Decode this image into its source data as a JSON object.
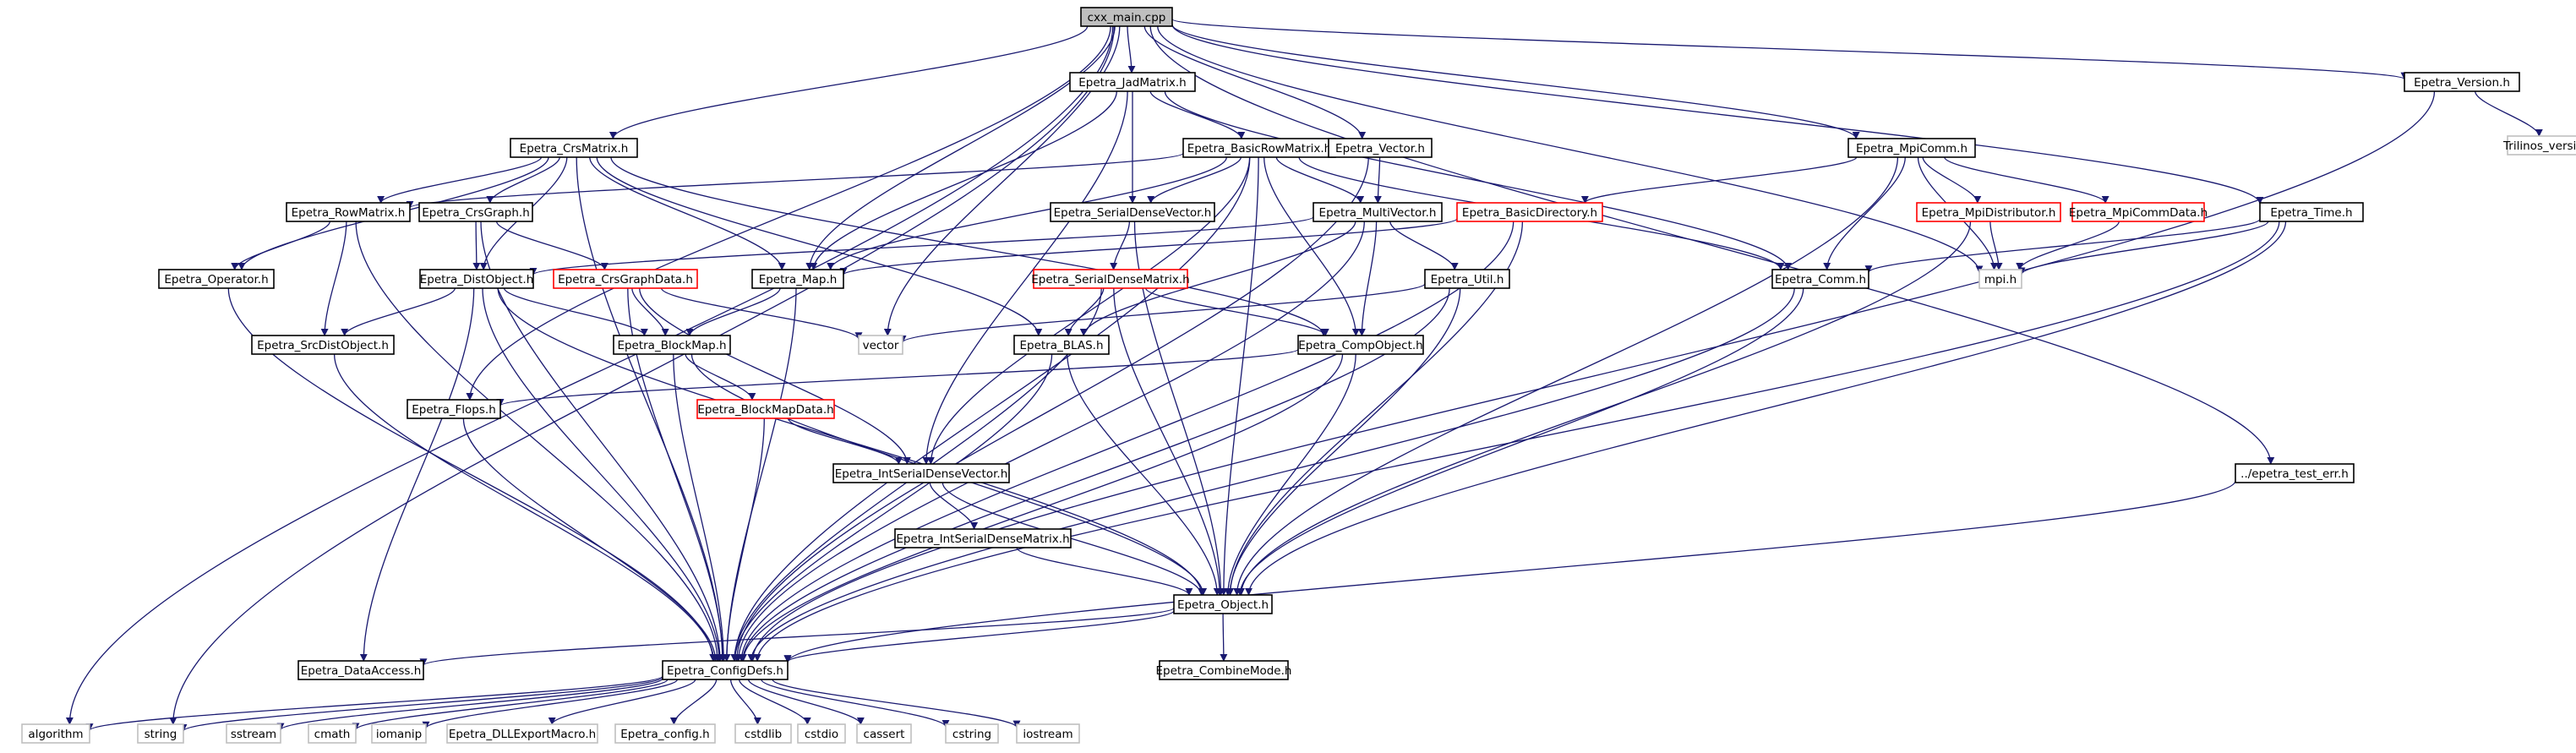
{
  "graph": {
    "edge_color": "#191970",
    "colors": {
      "root_fill": "#bfbfbf",
      "normal_border": "#000000",
      "incomplete_border": "#ff0000",
      "external_border": "#bfbfbf"
    },
    "nodes": [
      {
        "id": "root",
        "label": "cxx_main.cpp",
        "kind": "root"
      },
      {
        "id": "version",
        "label": "Epetra_Version.h",
        "kind": "normal"
      },
      {
        "id": "trilinos",
        "label": "Trilinos_version.h",
        "kind": "external"
      },
      {
        "id": "jad",
        "label": "Epetra_JadMatrix.h",
        "kind": "normal"
      },
      {
        "id": "crs",
        "label": "Epetra_CrsMatrix.h",
        "kind": "normal"
      },
      {
        "id": "basicrow",
        "label": "Epetra_BasicRowMatrix.h",
        "kind": "normal"
      },
      {
        "id": "vector_h",
        "label": "Epetra_Vector.h",
        "kind": "normal"
      },
      {
        "id": "mpicomm",
        "label": "Epetra_MpiComm.h",
        "kind": "normal"
      },
      {
        "id": "rowmatrix",
        "label": "Epetra_RowMatrix.h",
        "kind": "normal"
      },
      {
        "id": "crsgraph",
        "label": "Epetra_CrsGraph.h",
        "kind": "normal"
      },
      {
        "id": "sdv",
        "label": "Epetra_SerialDenseVector.h",
        "kind": "normal"
      },
      {
        "id": "multivec",
        "label": "Epetra_MultiVector.h",
        "kind": "normal"
      },
      {
        "id": "basicdir",
        "label": "Epetra_BasicDirectory.h",
        "kind": "incomplete"
      },
      {
        "id": "mpidist",
        "label": "Epetra_MpiDistributor.h",
        "kind": "incomplete"
      },
      {
        "id": "mpicommdata",
        "label": "Epetra_MpiCommData.h",
        "kind": "incomplete"
      },
      {
        "id": "time",
        "label": "Epetra_Time.h",
        "kind": "normal"
      },
      {
        "id": "operator",
        "label": "Epetra_Operator.h",
        "kind": "normal"
      },
      {
        "id": "distobj",
        "label": "Epetra_DistObject.h",
        "kind": "normal"
      },
      {
        "id": "crsgraphdata",
        "label": "Epetra_CrsGraphData.h",
        "kind": "incomplete"
      },
      {
        "id": "map",
        "label": "Epetra_Map.h",
        "kind": "normal"
      },
      {
        "id": "sdm",
        "label": "Epetra_SerialDenseMatrix.h",
        "kind": "incomplete"
      },
      {
        "id": "util",
        "label": "Epetra_Util.h",
        "kind": "normal"
      },
      {
        "id": "comm",
        "label": "Epetra_Comm.h",
        "kind": "normal"
      },
      {
        "id": "mpi",
        "label": "mpi.h",
        "kind": "external"
      },
      {
        "id": "srcdist",
        "label": "Epetra_SrcDistObject.h",
        "kind": "normal"
      },
      {
        "id": "blockmap",
        "label": "Epetra_BlockMap.h",
        "kind": "normal"
      },
      {
        "id": "vector_std",
        "label": "vector",
        "kind": "external"
      },
      {
        "id": "blas",
        "label": "Epetra_BLAS.h",
        "kind": "normal"
      },
      {
        "id": "compobj",
        "label": "Epetra_CompObject.h",
        "kind": "normal"
      },
      {
        "id": "flops",
        "label": "Epetra_Flops.h",
        "kind": "normal"
      },
      {
        "id": "blockmapdata",
        "label": "Epetra_BlockMapData.h",
        "kind": "incomplete"
      },
      {
        "id": "isdv",
        "label": "Epetra_IntSerialDenseVector.h",
        "kind": "normal"
      },
      {
        "id": "testerr",
        "label": "../epetra_test_err.h",
        "kind": "normal"
      },
      {
        "id": "isdm",
        "label": "Epetra_IntSerialDenseMatrix.h",
        "kind": "normal"
      },
      {
        "id": "object",
        "label": "Epetra_Object.h",
        "kind": "normal"
      },
      {
        "id": "dataaccess",
        "label": "Epetra_DataAccess.h",
        "kind": "normal"
      },
      {
        "id": "configdefs",
        "label": "Epetra_ConfigDefs.h",
        "kind": "normal"
      },
      {
        "id": "combinemode",
        "label": "Epetra_CombineMode.h",
        "kind": "normal"
      },
      {
        "id": "algorithm",
        "label": "algorithm",
        "kind": "external"
      },
      {
        "id": "string",
        "label": "string",
        "kind": "external"
      },
      {
        "id": "sstream",
        "label": "sstream",
        "kind": "external"
      },
      {
        "id": "cmath",
        "label": "cmath",
        "kind": "external"
      },
      {
        "id": "iomanip",
        "label": "iomanip",
        "kind": "external"
      },
      {
        "id": "dllexport",
        "label": "Epetra_DLLExportMacro.h",
        "kind": "external"
      },
      {
        "id": "config",
        "label": "Epetra_config.h",
        "kind": "external"
      },
      {
        "id": "cstdlib",
        "label": "cstdlib",
        "kind": "external"
      },
      {
        "id": "cstdio",
        "label": "cstdio",
        "kind": "external"
      },
      {
        "id": "cassert",
        "label": "cassert",
        "kind": "external"
      },
      {
        "id": "cstring",
        "label": "cstring",
        "kind": "external"
      },
      {
        "id": "iostream",
        "label": "iostream",
        "kind": "external"
      }
    ],
    "edges": [
      [
        "root",
        "version"
      ],
      [
        "root",
        "jad"
      ],
      [
        "root",
        "crs"
      ],
      [
        "root",
        "vector_h"
      ],
      [
        "root",
        "mpicomm"
      ],
      [
        "root",
        "time"
      ],
      [
        "root",
        "testerr"
      ],
      [
        "root",
        "map"
      ],
      [
        "root",
        "vector_std"
      ],
      [
        "root",
        "flops"
      ],
      [
        "root",
        "algorithm"
      ],
      [
        "root",
        "string"
      ],
      [
        "root",
        "mpi"
      ],
      [
        "version",
        "trilinos"
      ],
      [
        "version",
        "configdefs"
      ],
      [
        "jad",
        "basicrow"
      ],
      [
        "jad",
        "map"
      ],
      [
        "jad",
        "sdv"
      ],
      [
        "jad",
        "isdv"
      ],
      [
        "jad",
        "comm"
      ],
      [
        "crs",
        "rowmatrix"
      ],
      [
        "crs",
        "crsgraph"
      ],
      [
        "crs",
        "distobj"
      ],
      [
        "crs",
        "operator"
      ],
      [
        "crs",
        "map"
      ],
      [
        "crs",
        "blas"
      ],
      [
        "crs",
        "compobj"
      ],
      [
        "crs",
        "configdefs"
      ],
      [
        "basicrow",
        "rowmatrix"
      ],
      [
        "basicrow",
        "sdv"
      ],
      [
        "basicrow",
        "multivec"
      ],
      [
        "basicrow",
        "map"
      ],
      [
        "basicrow",
        "comm"
      ],
      [
        "basicrow",
        "compobj"
      ],
      [
        "basicrow",
        "object"
      ],
      [
        "basicrow",
        "isdv"
      ],
      [
        "basicrow",
        "configdefs"
      ],
      [
        "vector_h",
        "multivec"
      ],
      [
        "vector_h",
        "configdefs"
      ],
      [
        "mpicomm",
        "basicdir"
      ],
      [
        "mpicomm",
        "mpidist"
      ],
      [
        "mpicomm",
        "mpicommdata"
      ],
      [
        "mpicomm",
        "comm"
      ],
      [
        "mpicomm",
        "mpi"
      ],
      [
        "mpicomm",
        "object"
      ],
      [
        "rowmatrix",
        "operator"
      ],
      [
        "rowmatrix",
        "srcdist"
      ],
      [
        "rowmatrix",
        "configdefs"
      ],
      [
        "crsgraph",
        "distobj"
      ],
      [
        "crsgraph",
        "crsgraphdata"
      ],
      [
        "crsgraph",
        "configdefs"
      ],
      [
        "sdv",
        "sdm"
      ],
      [
        "sdv",
        "object"
      ],
      [
        "multivec",
        "distobj"
      ],
      [
        "multivec",
        "compobj"
      ],
      [
        "multivec",
        "blas"
      ],
      [
        "multivec",
        "util"
      ],
      [
        "multivec",
        "configdefs"
      ],
      [
        "basicdir",
        "map"
      ],
      [
        "basicdir",
        "object"
      ],
      [
        "basicdir",
        "configdefs"
      ],
      [
        "mpidist",
        "mpi"
      ],
      [
        "mpidist",
        "object"
      ],
      [
        "mpicommdata",
        "mpi"
      ],
      [
        "time",
        "comm"
      ],
      [
        "time",
        "mpi"
      ],
      [
        "time",
        "object"
      ],
      [
        "time",
        "configdefs"
      ],
      [
        "operator",
        "configdefs"
      ],
      [
        "distobj",
        "srcdist"
      ],
      [
        "distobj",
        "blockmap"
      ],
      [
        "distobj",
        "object"
      ],
      [
        "distobj",
        "configdefs"
      ],
      [
        "distobj",
        "dataaccess"
      ],
      [
        "crsgraphdata",
        "blockmap"
      ],
      [
        "crsgraphdata",
        "isdv"
      ],
      [
        "crsgraphdata",
        "vector_std"
      ],
      [
        "crsgraphdata",
        "configdefs"
      ],
      [
        "map",
        "blockmap"
      ],
      [
        "map",
        "configdefs"
      ],
      [
        "sdm",
        "blas"
      ],
      [
        "sdm",
        "compobj"
      ],
      [
        "sdm",
        "object"
      ],
      [
        "sdm",
        "configdefs"
      ],
      [
        "util",
        "object"
      ],
      [
        "util",
        "configdefs"
      ],
      [
        "util",
        "vector_std"
      ],
      [
        "comm",
        "object"
      ],
      [
        "comm",
        "configdefs"
      ],
      [
        "srcdist",
        "configdefs"
      ],
      [
        "blockmap",
        "blockmapdata"
      ],
      [
        "blockmap",
        "object"
      ],
      [
        "blockmap",
        "configdefs"
      ],
      [
        "blas",
        "object"
      ],
      [
        "blas",
        "configdefs"
      ],
      [
        "compobj",
        "flops"
      ],
      [
        "compobj",
        "object"
      ],
      [
        "compobj",
        "configdefs"
      ],
      [
        "flops",
        "configdefs"
      ],
      [
        "blockmapdata",
        "isdv"
      ],
      [
        "blockmapdata",
        "configdefs"
      ],
      [
        "isdv",
        "isdm"
      ],
      [
        "isdv",
        "object"
      ],
      [
        "testerr",
        "configdefs"
      ],
      [
        "isdm",
        "object"
      ],
      [
        "object",
        "configdefs"
      ],
      [
        "object",
        "combinemode"
      ],
      [
        "object",
        "dataaccess"
      ],
      [
        "configdefs",
        "algorithm"
      ],
      [
        "configdefs",
        "string"
      ],
      [
        "configdefs",
        "sstream"
      ],
      [
        "configdefs",
        "cmath"
      ],
      [
        "configdefs",
        "iomanip"
      ],
      [
        "configdefs",
        "dllexport"
      ],
      [
        "configdefs",
        "config"
      ],
      [
        "configdefs",
        "cstdlib"
      ],
      [
        "configdefs",
        "cstdio"
      ],
      [
        "configdefs",
        "cassert"
      ],
      [
        "configdefs",
        "cstring"
      ],
      [
        "configdefs",
        "iostream"
      ]
    ]
  }
}
